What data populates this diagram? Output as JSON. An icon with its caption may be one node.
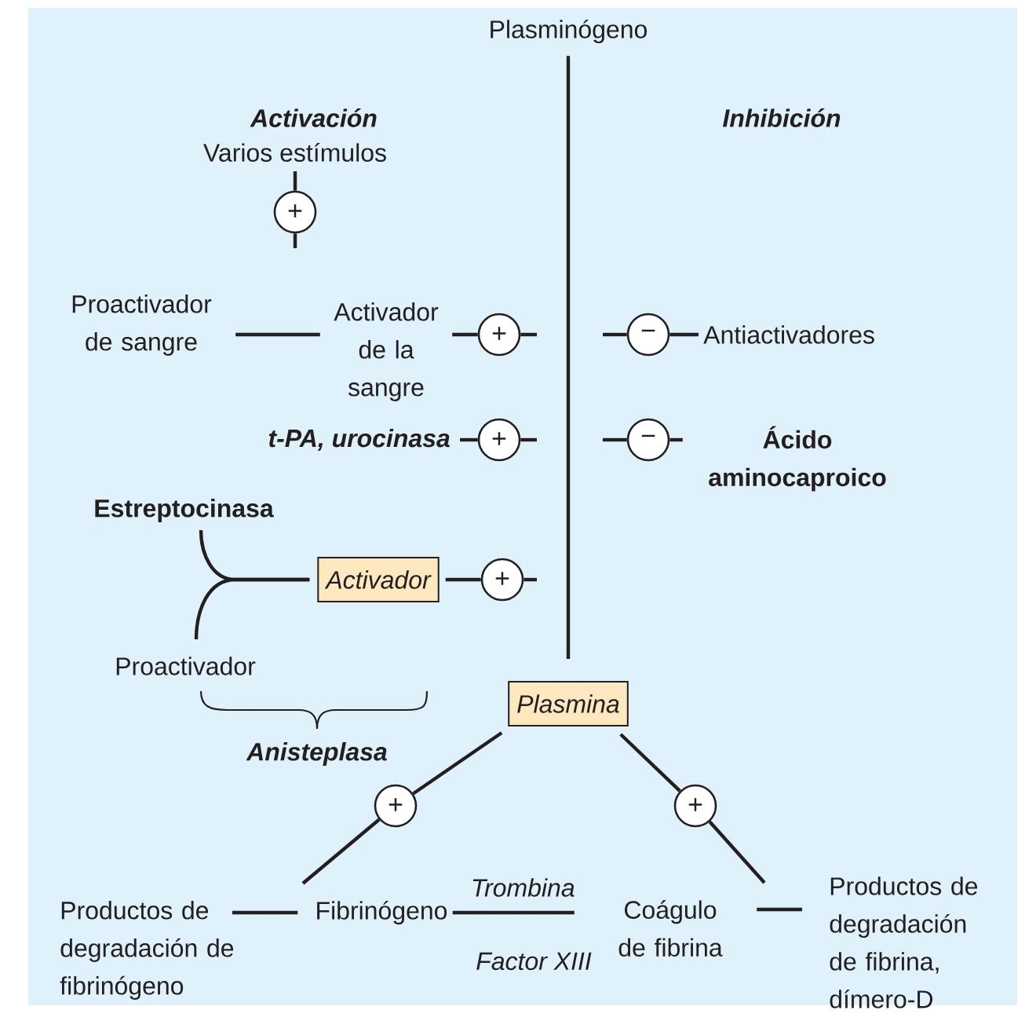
{
  "diagram": {
    "nodes": [
      {
        "text": [
          "Plasminógeno"
        ]
      },
      {
        "text": [
          "Varios estímulos"
        ]
      },
      {
        "text": [
          "Proactivador de sangre"
        ]
      },
      {
        "text": [
          "Activador de la sangre"
        ]
      },
      {
        "text": [
          "t-PA, urocinasa"
        ]
      },
      {
        "text": [
          "Antiactivadores"
        ]
      },
      {
        "text": [
          "Ácido aminocaproico"
        ]
      },
      {
        "text": [
          "Estreptocinasa"
        ]
      },
      {
        "text": [
          "Proactivador"
        ]
      },
      {
        "text": [
          "Activador"
        ]
      },
      {
        "text": [
          "Plasmina"
        ]
      },
      {
        "text": [
          "Fibrinógeno"
        ]
      },
      {
        "text": [
          "Productos de degradación de fibrinógeno"
        ]
      },
      {
        "text": [
          "Coágulo de fibrina"
        ]
      },
      {
        "text": [
          "Productos de degradación de fibrina, dímero-D"
        ]
      },
      {
        "text": [
          "+"
        ]
      },
      {
        "text": [
          "+"
        ]
      },
      {
        "text": [
          "−"
        ]
      },
      {
        "text": [
          "+"
        ]
      },
      {
        "text": [
          "−"
        ]
      },
      {
        "text": [
          "+"
        ]
      },
      {
        "text": [
          "+"
        ]
      },
      {
        "text": [
          "+"
        ]
      }
    ],
    "edges": [
      {
        "from": 0,
        "to": 10,
        "arrow": "none"
      },
      {
        "from": 1,
        "to": 15,
        "arrow": "none"
      },
      {
        "from": 15,
        "to": null,
        "arrow": "none"
      },
      {
        "from": 2,
        "to": 3,
        "arrow": "none"
      },
      {
        "from": 3,
        "to": 16,
        "arrow": "none"
      },
      {
        "from": 16,
        "to": null,
        "arrow": "none"
      },
      {
        "from": null,
        "to": 17,
        "arrow": "none"
      },
      {
        "from": 17,
        "to": 5,
        "arrow": "none"
      },
      {
        "from": 4,
        "to": 18,
        "arrow": "none"
      },
      {
        "from": 18,
        "to": null,
        "arrow": "none"
      },
      {
        "from": null,
        "to": 19,
        "arrow": "none"
      },
      {
        "from": 19,
        "to": 6,
        "arrow": "none"
      },
      {
        "from": 7,
        "to": 9,
        "arrow": "none"
      },
      {
        "from": 8,
        "to": 9,
        "arrow": "none"
      },
      {
        "from": 9,
        "to": 20,
        "arrow": "none"
      },
      {
        "from": 20,
        "to": null,
        "arrow": "none"
      },
      {
        "from": 10,
        "to": 21,
        "arrow": "none"
      },
      {
        "from": 21,
        "to": 11,
        "arrow": "none"
      },
      {
        "from": 10,
        "to": 22,
        "arrow": "none"
      },
      {
        "from": 22,
        "to": null,
        "arrow": "none"
      },
      {
        "from": 12,
        "to": 11,
        "arrow": "none"
      },
      {
        "from": 11,
        "to": 13,
        "arrow": "none",
        "label": "Trombina"
      },
      {
        "from": 13,
        "to": 14,
        "arrow": "none"
      }
    ],
    "labels": [
      "Activación",
      "Inhibición",
      "Anisteplasa",
      "Factor XIII"
    ]
  }
}
